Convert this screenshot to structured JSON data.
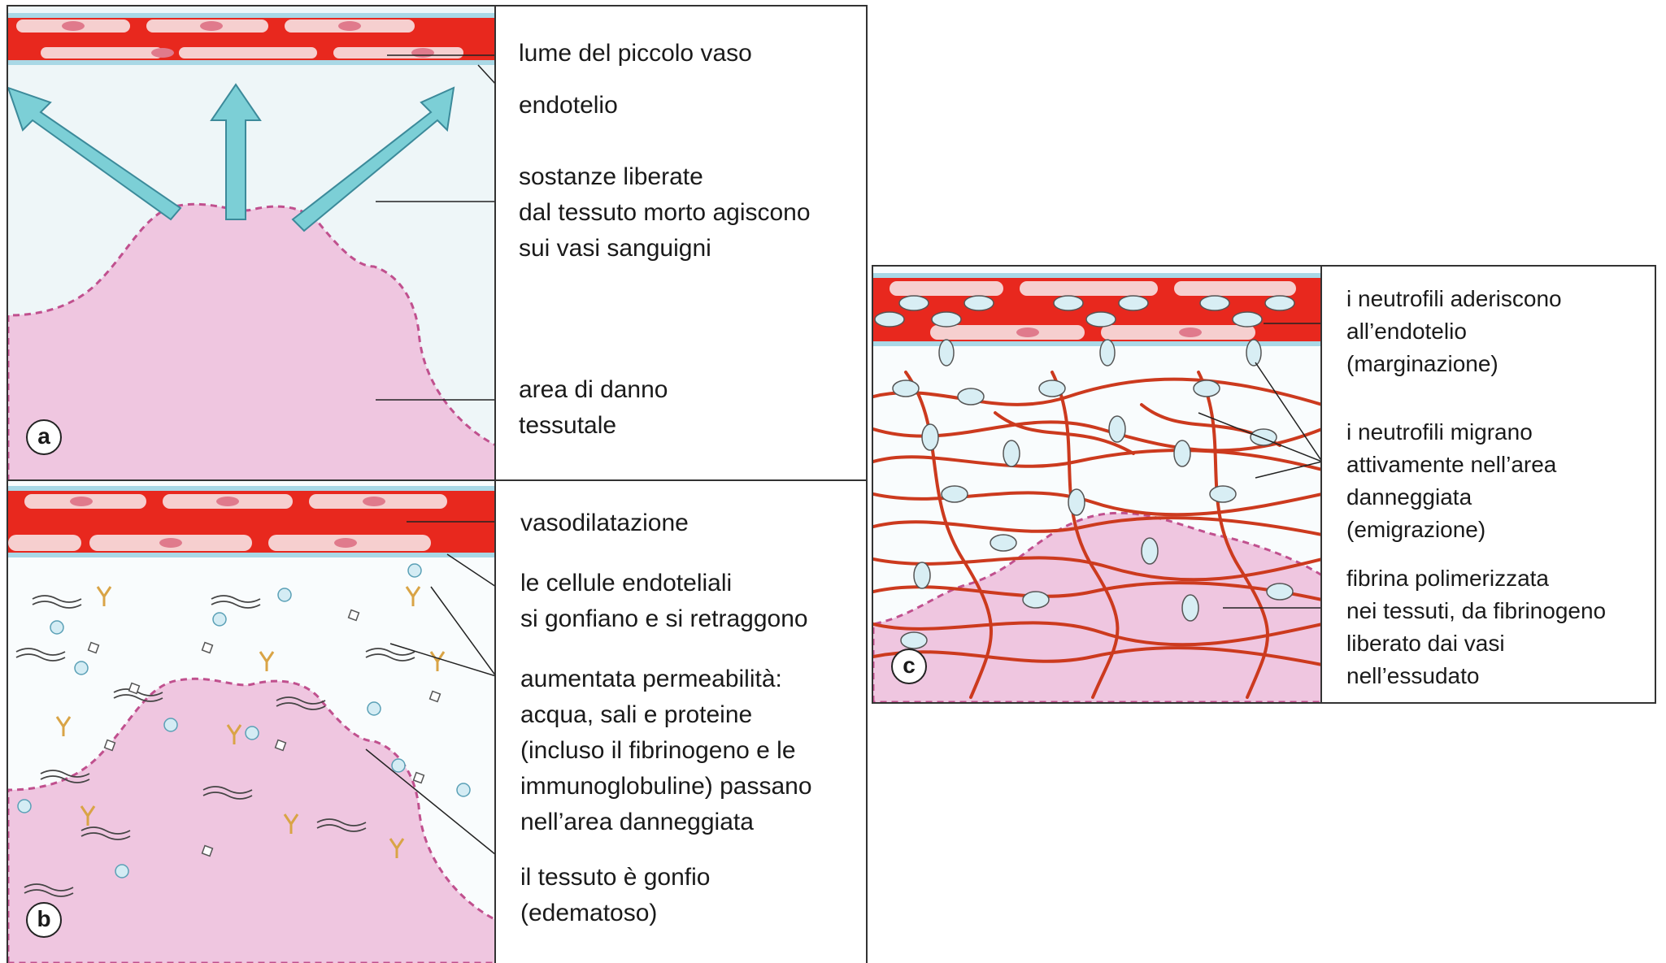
{
  "panel_a": {
    "badge": "a",
    "labels": {
      "lumen": "lume del piccolo vaso",
      "endothelium": "endotelio",
      "substances": "sostanze liberate\ndal tessuto morto agiscono\nsui vasi sanguigni",
      "damage": "area di danno\ntessutale"
    }
  },
  "panel_b": {
    "badge": "b",
    "labels": {
      "vasodilation": "vasodilatazione",
      "endothelial_cells": "le cellule endoteliali\nsi gonfiano e si retraggono",
      "permeability": "aumentata permeabilità:\nacqua, sali e proteine\n(incluso il fibrinogeno e le\nimmunoglobuline) passano\nnell’area danneggiata",
      "edema": "il tessuto è gonfio\n(edematoso)"
    }
  },
  "panel_c": {
    "badge": "c",
    "labels": {
      "margination": "i neutrofili aderiscono\nall’endotelio\n(marginazione)",
      "emigration": "i neutrofili migrano\nattivamente nell’area\ndanneggiata\n(emigrazione)",
      "fibrin": "fibrina polimerizzata\nnei tessuti, da fibrinogeno\nliberato dai vasi\nnell’essudato"
    }
  },
  "colors": {
    "blood": "#e8281e",
    "endothelial_cell": "#f6cfcf",
    "nucleus": "#e07a8c",
    "vessel_wall": "#a9d8e6",
    "damage_area": "#efc6e0",
    "damage_border": "#c0508e",
    "arrow": "#7ccfd6",
    "fibrin": "#cc3a1e",
    "neutrophil": "#d8eef4"
  }
}
